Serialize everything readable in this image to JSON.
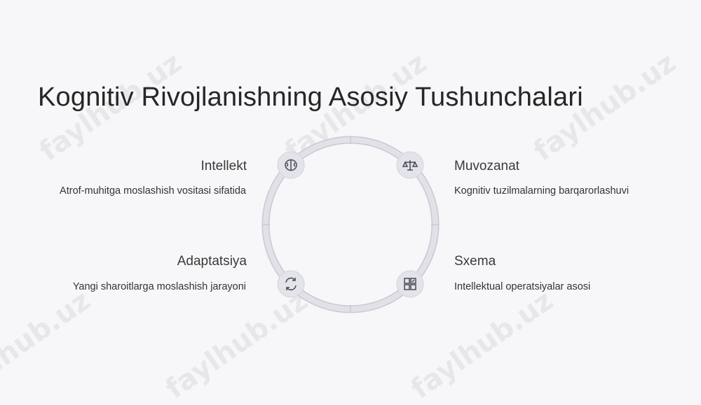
{
  "title": "Kognitiv Rivojlanishning Asosiy Tushunchalari",
  "items": [
    {
      "label": "Intellekt",
      "description": "Atrof-muhitga moslashish vositasi sifatida",
      "icon": "brain-icon"
    },
    {
      "label": "Muvozanat",
      "description": "Kognitiv tuzilmalarning barqarorlashuvi",
      "icon": "scale-icon"
    },
    {
      "label": "Adaptatsiya",
      "description": "Yangi sharoitlarga moslashish jarayoni",
      "icon": "cycle-icon"
    },
    {
      "label": "Sxema",
      "description": "Intellektual operatsiyalar asosi",
      "icon": "puzzle-icon"
    }
  ],
  "watermark": "faylhub.uz",
  "colors": {
    "ring": "#dcdce3",
    "ring_border": "#c9c9d1",
    "icon_bg": "#e3e3ea",
    "icon": "#4a4a55"
  }
}
